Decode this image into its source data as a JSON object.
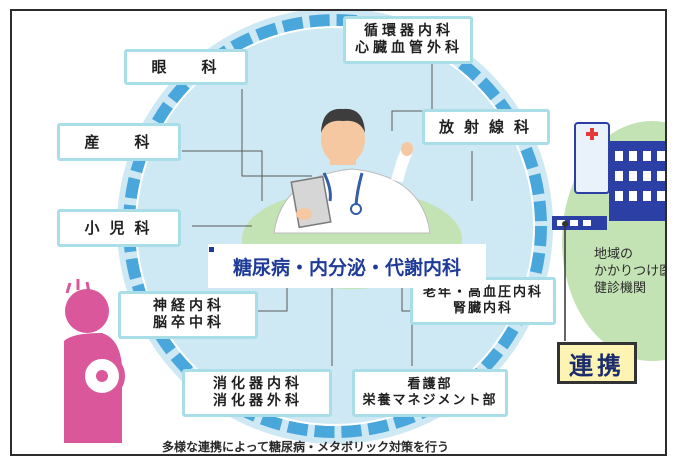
{
  "center_label": "糖尿病・内分泌・代謝内科",
  "departments": [
    {
      "id": "ophthalmology",
      "text": "眼　科"
    },
    {
      "id": "cardiovascular",
      "text": "循環器内科\n心臓血管外科"
    },
    {
      "id": "obstetrics",
      "text": "産　科"
    },
    {
      "id": "radiology",
      "text": "放射線科"
    },
    {
      "id": "pediatrics",
      "text": "小児科"
    },
    {
      "id": "neurology",
      "text": "神経内科\n脳卒中科"
    },
    {
      "id": "geriatrics-nephrology",
      "text": "老年・高血圧内科\n腎臓内科"
    },
    {
      "id": "gastro",
      "text": "消化器内科\n消化器外科"
    },
    {
      "id": "nursing",
      "text": "看護部\n栄養マネジメント部"
    }
  ],
  "clinic_label": "地域の\nかかりつけ医\n健診機関",
  "collaboration_label": "連携",
  "caption": "多様な連携によって糖尿病・メタボリック対策を行う",
  "colors": {
    "circle_fill": "#cfe9f4",
    "ring": "#5fb3e0",
    "box_border": "#a9dde8",
    "green": "#c3e3b4",
    "center_text": "#1f3b98",
    "patient_pink": "#d9579a",
    "hospital_blue": "#2b3fa5"
  },
  "icons": [
    "doctor-illustration",
    "patient-figure",
    "hospital-building-icon",
    "red-cross-icon"
  ]
}
